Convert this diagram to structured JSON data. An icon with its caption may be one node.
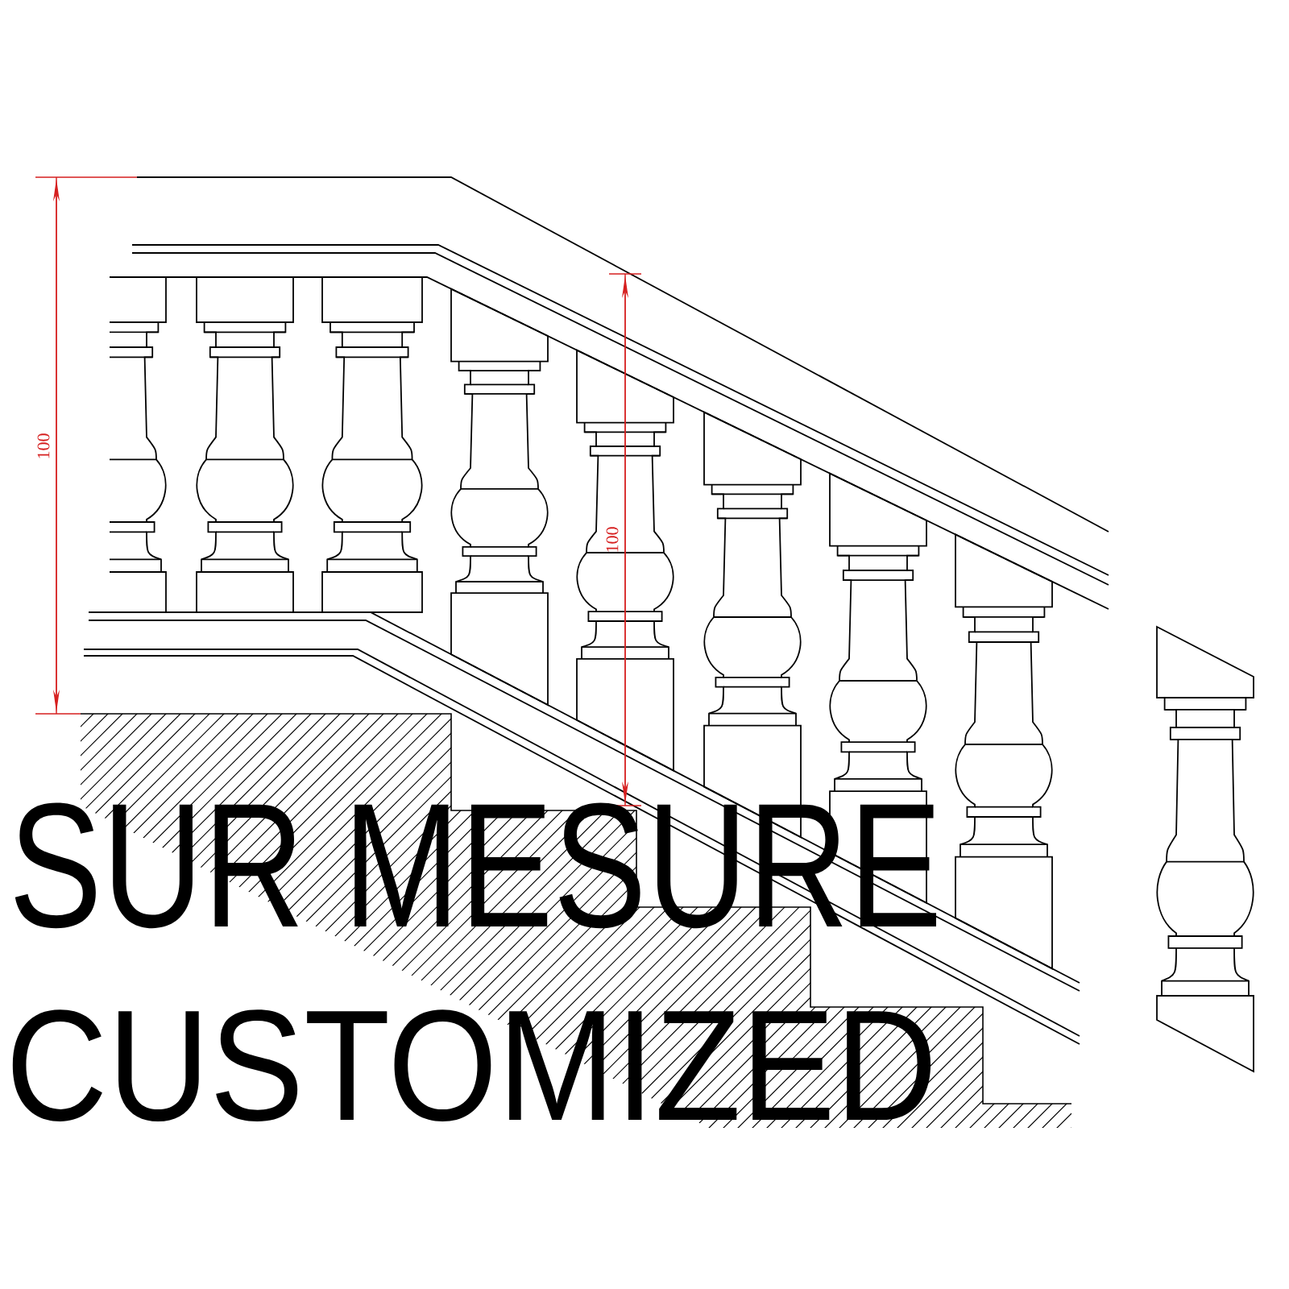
{
  "diagram": {
    "labels": [
      "100",
      "100",
      "SUR MESURE",
      "CUSTOMIZED"
    ]
  }
}
